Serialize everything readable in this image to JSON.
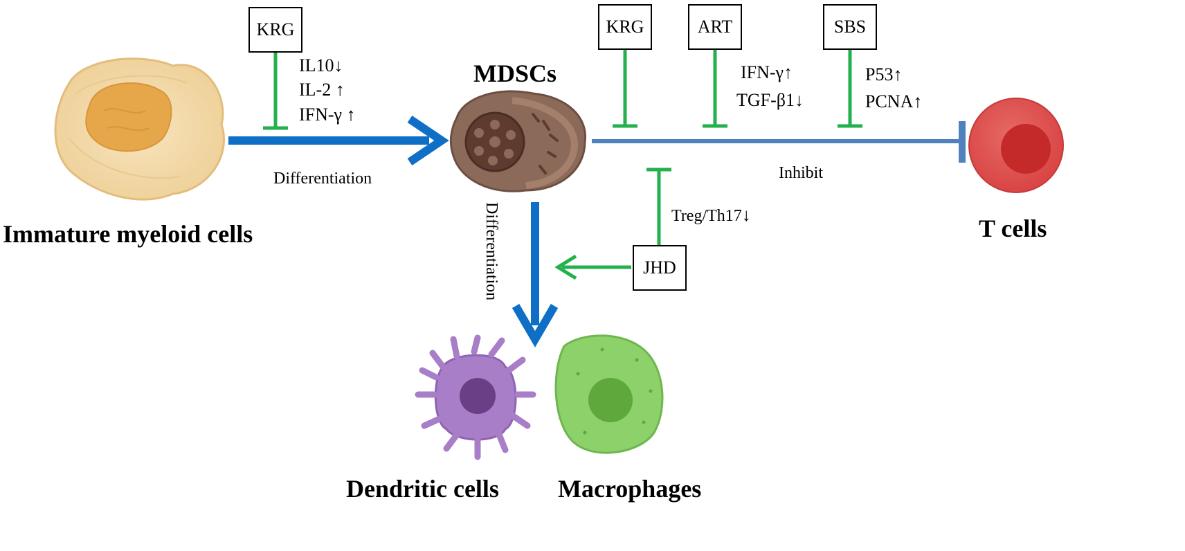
{
  "colors": {
    "main_arrow": "#0f6fc6",
    "inhibit_line": "#4f81bd",
    "drug_line": "#22b14c",
    "tcell": "#e05050",
    "dendritic": "#a77ec7",
    "macrophage": "#8cd16a",
    "immature": "#f3d9a8",
    "mdsc": "#8b6a5a"
  },
  "cells": {
    "immature": "Immature myeloid cells",
    "mdscs": "MDSCs",
    "tcells": "T cells",
    "dendritic": "Dendritic cells",
    "macrophages": "Macrophages"
  },
  "edges": {
    "differentiation_horizontal": "Differentiation",
    "differentiation_vertical": "Differentiation",
    "inhibit": "Inhibit"
  },
  "drugs": {
    "krg1": "KRG",
    "krg2": "KRG",
    "art": "ART",
    "sbs": "SBS",
    "jhd": "JHD"
  },
  "markers": {
    "krg1": [
      "IL10",
      "IL-2",
      "IFN-γ"
    ],
    "art": [
      "IFN-γ",
      "TGF-β1"
    ],
    "sbs": [
      "P53",
      "PCNA"
    ],
    "jhd": [
      "Treg/Th17"
    ]
  },
  "arrows": {
    "up": "↑",
    "down": "↓"
  }
}
